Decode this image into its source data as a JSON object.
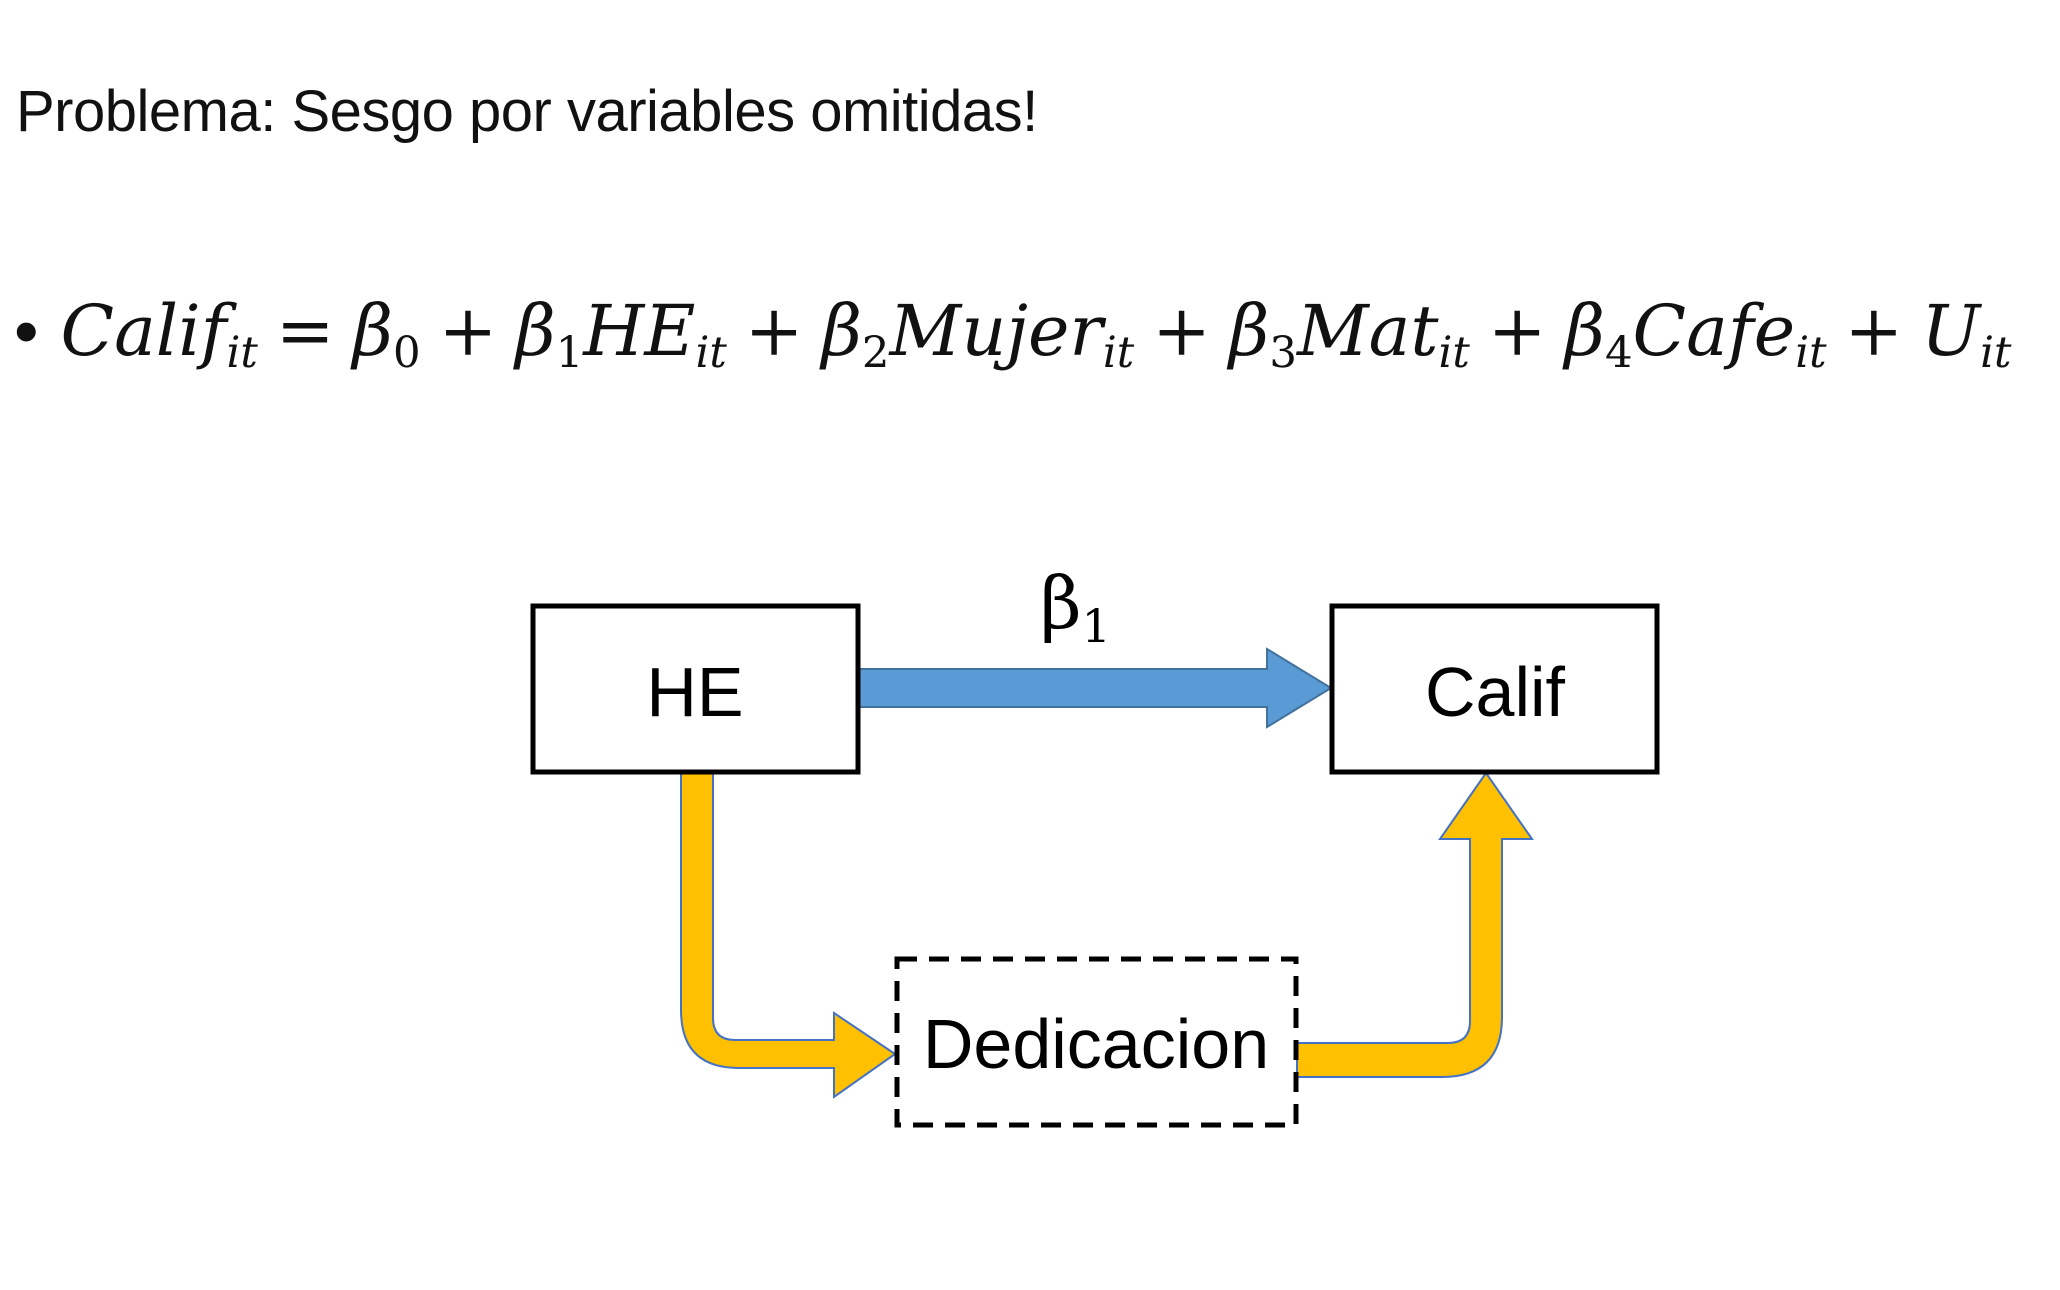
{
  "title": "Problema: Sesgo por variables omitidas!",
  "equation": {
    "lhs": "Calif",
    "lhs_sub": "it",
    "eq": "=",
    "terms": [
      {
        "coef": "β",
        "coef_sub": "0",
        "var": "",
        "var_sub": ""
      },
      {
        "coef": "β",
        "coef_sub": "1",
        "var": "HE",
        "var_sub": "it"
      },
      {
        "coef": "β",
        "coef_sub": "2",
        "var": "Mujer",
        "var_sub": "it"
      },
      {
        "coef": "β",
        "coef_sub": "3",
        "var": "Mat",
        "var_sub": "it"
      },
      {
        "coef": "β",
        "coef_sub": "4",
        "var": "Cafe",
        "var_sub": "it"
      },
      {
        "coef": "",
        "coef_sub": "",
        "var": "U",
        "var_sub": "it"
      }
    ],
    "plus": "+"
  },
  "diagram": {
    "he": "HE",
    "calif": "Calif",
    "dedicacion": "Dedicacion",
    "beta_label": "β",
    "beta_sub": "1",
    "colors": {
      "blue": "#5b9bd5",
      "blue_stroke": "#41719c",
      "yellow": "#ffc000",
      "yellow_stroke": "#4472c4"
    }
  }
}
